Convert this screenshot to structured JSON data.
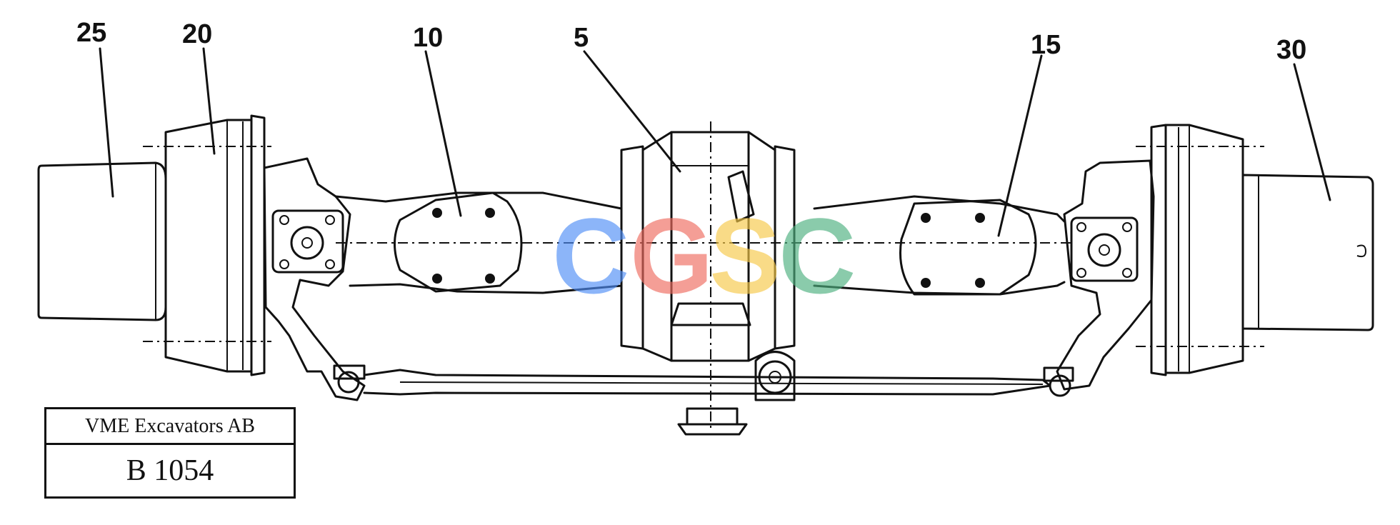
{
  "callouts": [
    {
      "id": "c25",
      "text": "25"
    },
    {
      "id": "c20",
      "text": "20"
    },
    {
      "id": "c10",
      "text": "10"
    },
    {
      "id": "c5",
      "text": "5"
    },
    {
      "id": "c15",
      "text": "15"
    },
    {
      "id": "c30",
      "text": "30"
    }
  ],
  "title_block": {
    "company": "VME Excavators AB",
    "drawing_number": "B 1054"
  },
  "watermark": {
    "letters": [
      "C",
      "G",
      "S",
      "C"
    ],
    "colors": [
      "#4f8ef7",
      "#ef6b5f",
      "#f7c948",
      "#4db07f"
    ]
  }
}
